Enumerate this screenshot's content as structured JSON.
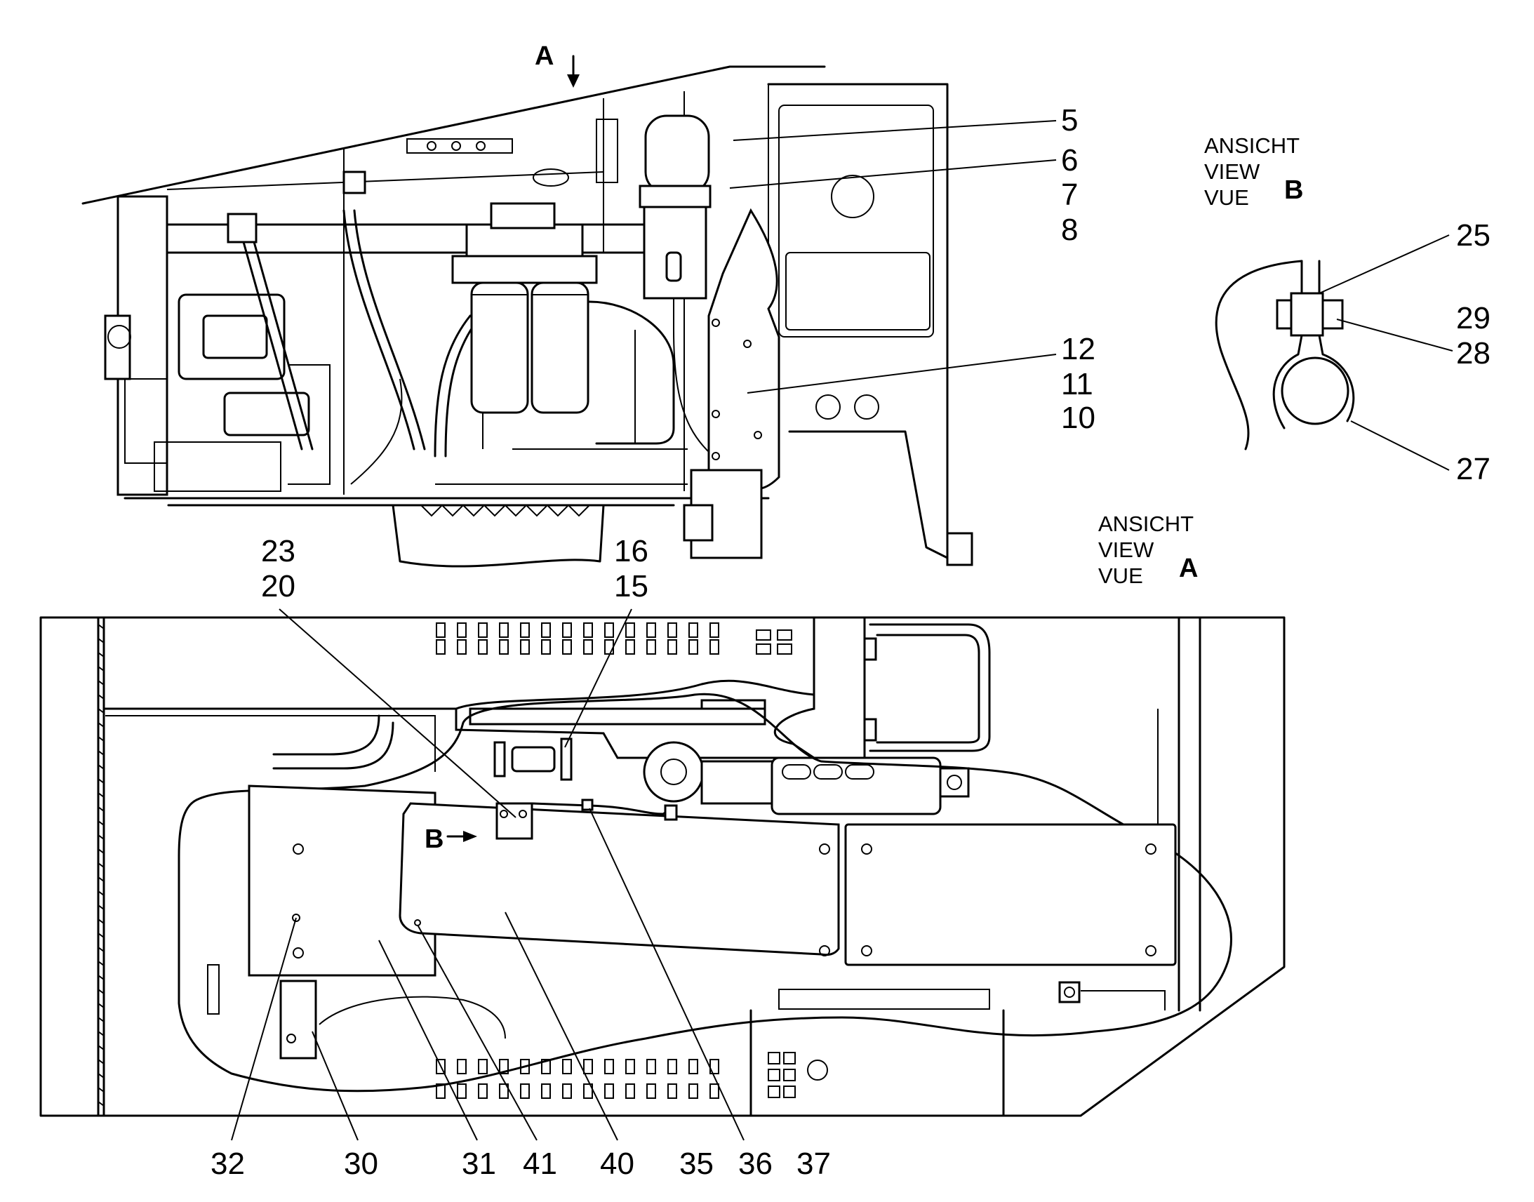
{
  "top_view": {
    "arrow_label": "A"
  },
  "view_b": {
    "lines": [
      "ANSICHT",
      "VIEW",
      "VUE"
    ],
    "letter": "B"
  },
  "view_a": {
    "lines": [
      "ANSICHT",
      "VIEW",
      "VUE"
    ],
    "letter": "A"
  },
  "bottom_view": {
    "arrow_label": "B"
  },
  "callouts": {
    "c5": "5",
    "c6": "6",
    "c7": "7",
    "c8": "8",
    "c12": "12",
    "c11": "11",
    "c10": "10",
    "c25": "25",
    "c29": "29",
    "c28": "28",
    "c27": "27",
    "c23": "23",
    "c20": "20",
    "c16": "16",
    "c15": "15",
    "c32": "32",
    "c30": "30",
    "c31": "31",
    "c41": "41",
    "c40": "40",
    "c35": "35",
    "c36": "36",
    "c37": "37"
  }
}
